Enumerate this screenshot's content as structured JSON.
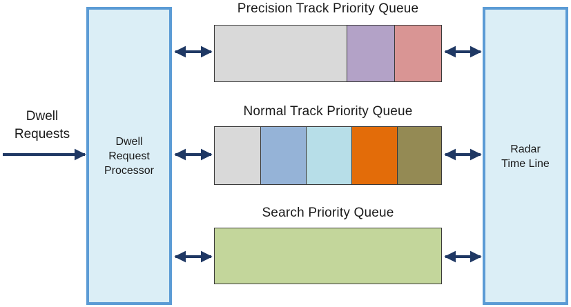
{
  "input": {
    "label_line1": "Dwell",
    "label_line2": "Requests"
  },
  "processor": {
    "line1": "Dwell",
    "line2": "Request",
    "line3": "Processor"
  },
  "timeline": {
    "line1": "Radar",
    "line2": "Time Line"
  },
  "queues": {
    "precision": {
      "title": "Precision Track Priority Queue",
      "cells": [
        "#d9d9d9",
        "#b3a2c7",
        "#d99594"
      ]
    },
    "normal": {
      "title": "Normal Track Priority Queue",
      "cells": [
        "#d9d9d9",
        "#95b3d7",
        "#b7dee8",
        "#e36c09",
        "#948a54"
      ]
    },
    "search": {
      "title": "Search Priority Queue",
      "cells": [
        "#c3d69b"
      ]
    }
  },
  "colors": {
    "box_fill": "#dbeef6",
    "box_border": "#5b9bd5",
    "arrow": "#1f3864"
  }
}
